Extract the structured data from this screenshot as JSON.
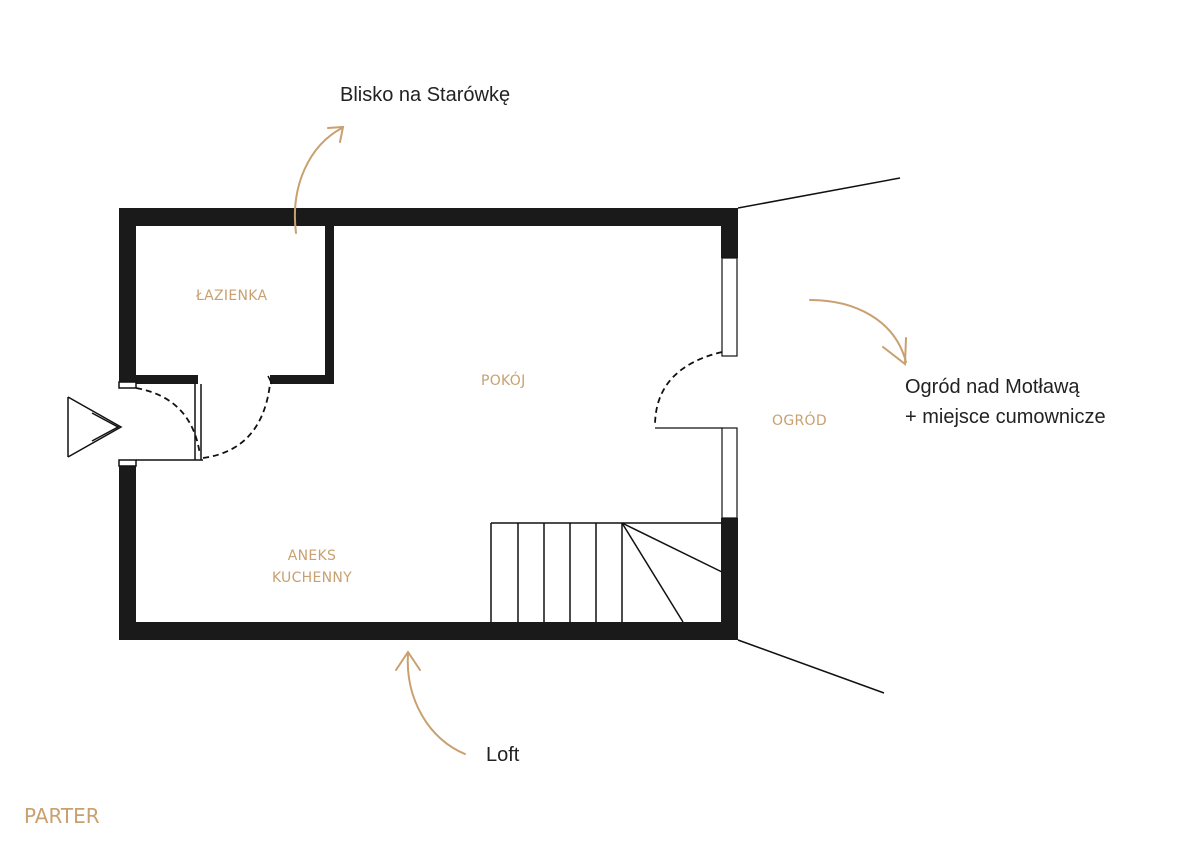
{
  "colors": {
    "wall": "#1a1a1a",
    "accent": "#c9a070",
    "text": "#222222",
    "line": "#111111"
  },
  "rooms": {
    "bathroom": "ŁAZIENKA",
    "living_room": "POKÓJ",
    "garden": "OGRÓD",
    "kitchenette_line1": "ANEKS",
    "kitchenette_line2": "KUCHENNY"
  },
  "notes": {
    "old_town": "Blisko na Starówkę",
    "garden_line1": "Ogród nad Motławą",
    "garden_line2": "+ miejsce cumownicze",
    "loft": "Loft"
  },
  "floor_label": "PARTER",
  "icons": [
    "entrance-arrow-icon",
    "old-town-arrow-icon",
    "garden-arrow-icon",
    "loft-arrow-icon"
  ]
}
